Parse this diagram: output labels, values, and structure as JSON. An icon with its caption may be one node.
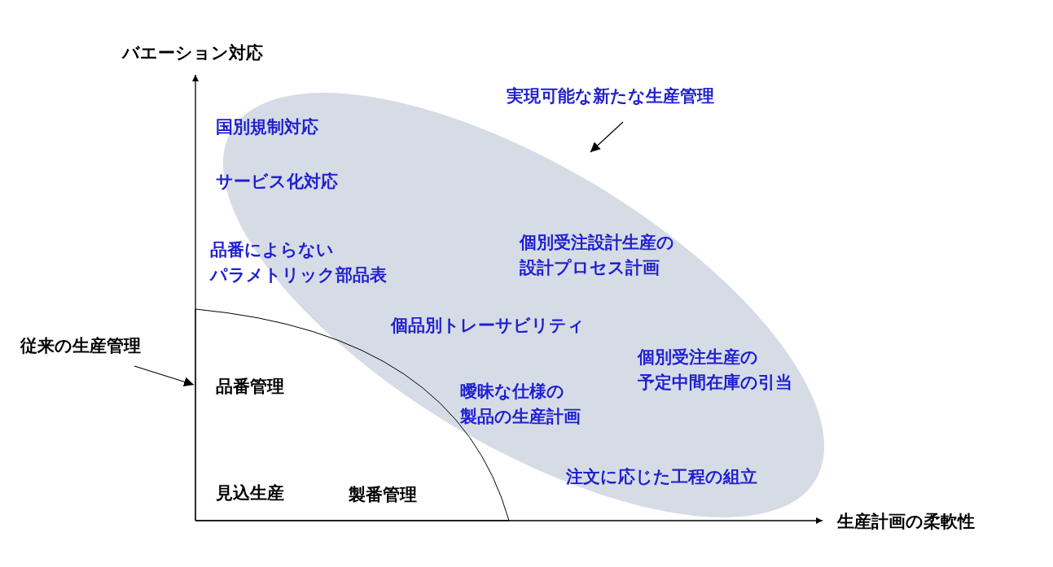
{
  "diagram": {
    "nodes": [
      {
        "text": [
          "実現可能な新たな生産管理"
        ]
      },
      {
        "text": [],
        "shape": "ellipse"
      },
      {
        "text": [
          "従来の生産管理"
        ]
      },
      {
        "text": [],
        "shape": "sector"
      }
    ],
    "edges": [
      {
        "from": 0,
        "to": 1,
        "arrow": "to"
      },
      {
        "from": 2,
        "to": 3,
        "arrow": "to"
      }
    ],
    "labels": [
      "バエーション対応",
      "国別規制対応",
      "サービス化対応",
      "品番によらないパラメトリック部品表",
      "個別受注設計生産の設計プロセス計画",
      "個品別トレーサビリティ",
      "個別受注生産の予定中間在庫の引当",
      "品番管理",
      "曖昧な仕様の製品の生産計画",
      "注文に応じた工程の組立",
      "見込生産",
      "製番管理",
      "生産計画の柔軟性"
    ]
  }
}
